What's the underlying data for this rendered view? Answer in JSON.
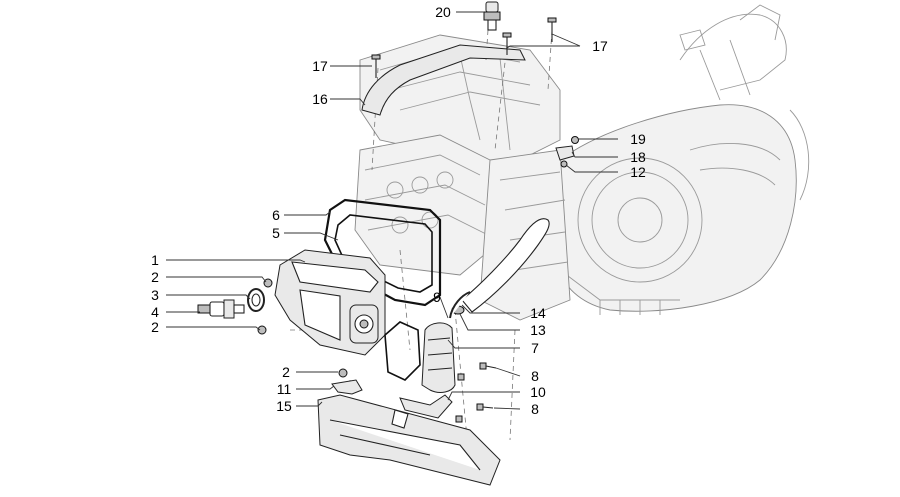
{
  "diagram": {
    "type": "exploded-parts-view",
    "callouts": [
      "1",
      "2",
      "2",
      "2",
      "3",
      "4",
      "5",
      "6",
      "7",
      "8",
      "8",
      "9",
      "10",
      "11",
      "12",
      "13",
      "14",
      "15",
      "16",
      "17",
      "17",
      "18",
      "19",
      "20"
    ]
  },
  "labels": {
    "c1": "1",
    "c2a": "2",
    "c2b": "2",
    "c2c": "2",
    "c3": "3",
    "c4": "4",
    "c5": "5",
    "c6": "6",
    "c7": "7",
    "c8a": "8",
    "c8b": "8",
    "c9": "9",
    "c10": "10",
    "c11": "11",
    "c12": "12",
    "c13": "13",
    "c14": "14",
    "c15": "15",
    "c16": "16",
    "c17a": "17",
    "c17b": "17",
    "c18": "18",
    "c19": "19",
    "c20": "20"
  }
}
